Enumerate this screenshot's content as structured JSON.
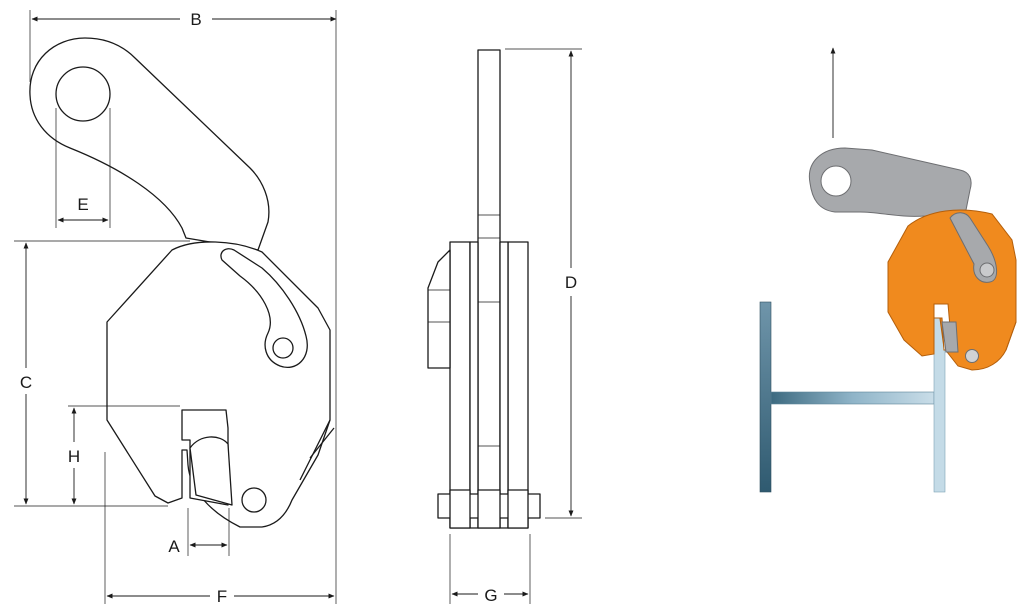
{
  "labels": {
    "a": "A",
    "b": "B",
    "c": "C",
    "d": "D",
    "e": "E",
    "f": "F",
    "g": "G",
    "h": "H"
  },
  "colors": {
    "jaw_orange": "#f08a1e",
    "shackle_gray": "#a7a9ac",
    "beam_blue_dark": "#3d6a80",
    "beam_blue_light": "#b9d3e2",
    "line": "#1a1a1a"
  }
}
